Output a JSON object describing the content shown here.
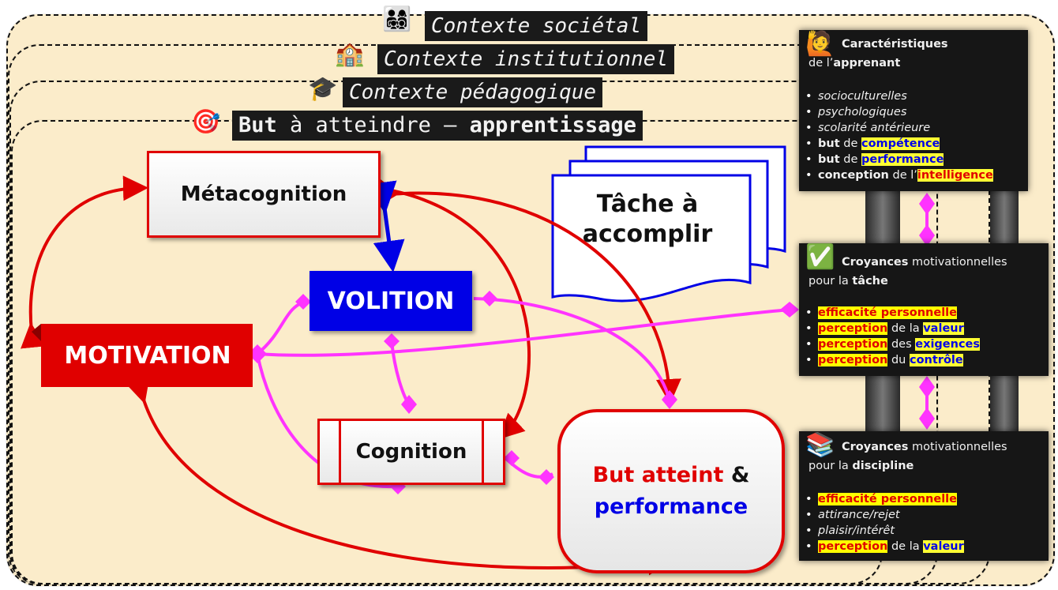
{
  "contexts": {
    "societal": "Contexte sociétal",
    "institutional": "Contexte institutionnel",
    "pedagogical": "Contexte pédagogique"
  },
  "goal": {
    "bold1": "But",
    "middle": " à atteindre – ",
    "bold2": "apprentissage"
  },
  "nodes": {
    "metacognition": "Métacognition",
    "volition": "VOLITION",
    "motivation": "MOTIVATION",
    "cognition": "Cognition",
    "tache_line1": "Tâche à",
    "tache_line2": "accomplir",
    "but_line1_red": "But atteint",
    "but_line1_amp": " &",
    "but_line2": "performance"
  },
  "panels": {
    "learner": {
      "title_bold": "Caractéristiques",
      "title_rest": "de l’",
      "title_bold2": "apprenant",
      "items": {
        "i1": "socioculturelles",
        "i2": "psychologiques",
        "i3": "scolarité antérieure",
        "i4_b": "but",
        "i4_m": " de ",
        "i4_h": "compétence",
        "i5_b": "but",
        "i5_m": " de ",
        "i5_h": "performance",
        "i6_b": "conception",
        "i6_m": " de l’",
        "i6_h": "intelligence"
      }
    },
    "task": {
      "title_bold": "Croyances",
      "title_rest": " motivationnelles",
      "title_line2": "pour la ",
      "title_bold2": "tâche",
      "items": {
        "i1": "efficacité personnelle",
        "i2_h": "perception",
        "i2_m": " de la ",
        "i2_h2": "valeur",
        "i3_h": "perception",
        "i3_m": " des ",
        "i3_h2": "exigences",
        "i4_h": "perception",
        "i4_m": " du ",
        "i4_h2": "contrôle"
      }
    },
    "discipline": {
      "title_bold": "Croyances",
      "title_rest": " motivationnelles",
      "title_line2": "pour la ",
      "title_bold2": "discipline",
      "items": {
        "i1": "efficacité personnelle",
        "i2": "attirance/rejet",
        "i3": "plaisir/intérêt",
        "i4_h": "perception",
        "i4_m": " de la ",
        "i4_h2": "valeur"
      }
    }
  },
  "icons": {
    "societal": "family-icon",
    "institutional": "school-icon",
    "pedagogical": "graduation-cap-icon",
    "goal": "target-icon",
    "learner": "raising-hand-person-icon",
    "task": "check-mark-icon",
    "discipline": "books-icon"
  },
  "colors": {
    "red": "#e00000",
    "blue": "#0000e6",
    "magenta": "#ff33ff",
    "highlight": "#ffff33",
    "background": "#fbecca"
  }
}
